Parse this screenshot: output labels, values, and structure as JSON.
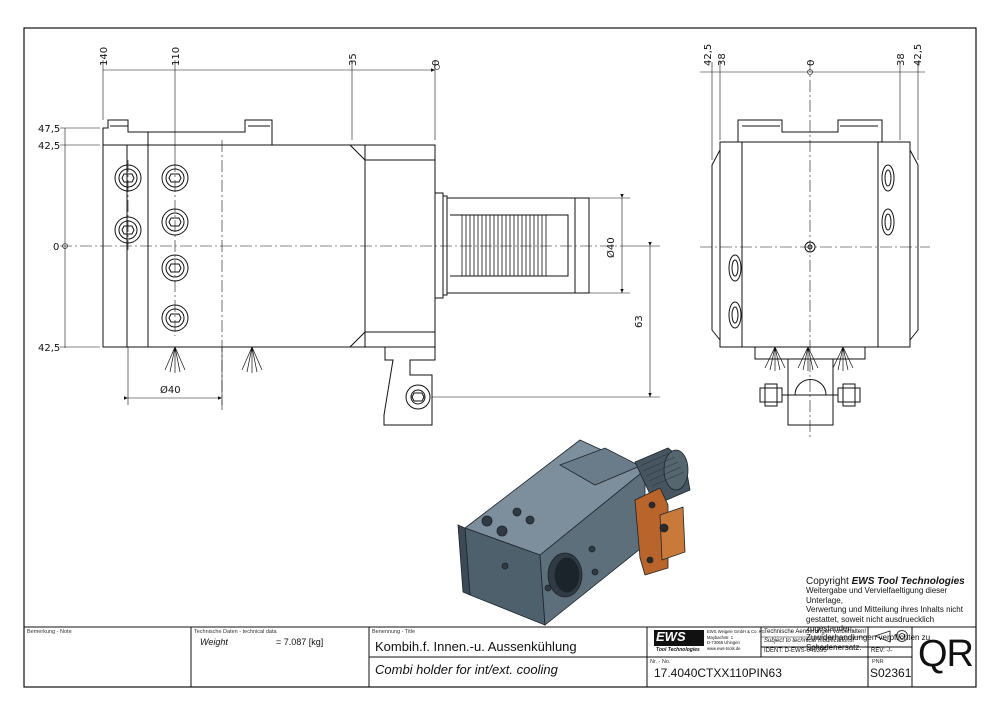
{
  "colors": {
    "line": "#111111",
    "metal": "#5b6c7a",
    "metal_dark": "#3f4d59",
    "bracket": "#b8642a",
    "paper": "#ffffff"
  },
  "dimensions": {
    "top": [
      "140",
      "110",
      "35",
      "0"
    ],
    "left": [
      "47,5",
      "42,5",
      "0",
      "42,5"
    ],
    "front_dia": "Ø40",
    "shank_dia": "Ø40",
    "offset": "63",
    "side_top": [
      "42,5",
      "38",
      "0",
      "38",
      "42,5"
    ]
  },
  "copyright": {
    "prefix": "Copyright",
    "brand": "EWS Tool Technologies",
    "lines": [
      "Weitergabe und Vervielfaeltigung dieser Unterlage,",
      "Verwertung und Mitteilung ihres Inhalts nicht",
      "gestattet, soweit nicht ausdruecklich zugestanden.",
      "Zuwiderhandlungen verpflichten zu Schadenersatz."
    ]
  },
  "title_block": {
    "remark_label": "Bemerkung - Note",
    "techdata_label": "Technische Daten - technical data",
    "weight_label": "Weight",
    "weight_value": "= 7.087 [kg]",
    "title_label": "Benennung - Title",
    "title_de": "Kombih.f. Innen.-u. Aussenkühlung",
    "title_en": "Combi holder for int/ext. cooling",
    "logo": "EWS",
    "logo_sub": "Tool Technologies",
    "company_lines": [
      "EWS Weigele GmbH & Co. KG",
      "Maybachstr. 1",
      "D-73066 Uhingen",
      "www.ews-tools.de"
    ],
    "notice_de": "Technische Aenderungen vorbehalten!",
    "notice_en": "Subject to technical modifications!",
    "ident": "IDENT: D-EWS-049395",
    "rev": "REV: -/-",
    "nr_label": "Nr. - No.",
    "part_no": "17.4040CTXX110PIN63",
    "pnr_label": "PNR",
    "pnr": "S02361",
    "qr": "QR"
  }
}
